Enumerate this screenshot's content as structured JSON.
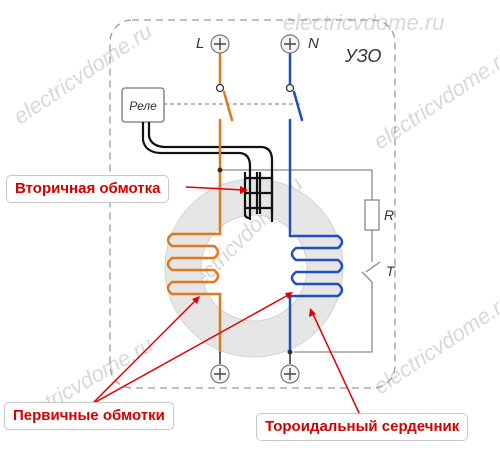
{
  "device": {
    "name": "УЗО",
    "terminal_line": "L",
    "terminal_neutral": "N",
    "relay_label": "Реле",
    "resistor_label": "R",
    "test_button_label": "T"
  },
  "labels": {
    "secondary_winding": "Вторичная обмотка",
    "primary_windings": "Первичные обмотки",
    "toroidal_core": "Тороидальный сердечник"
  },
  "watermark": "electricvdome.ru",
  "colors": {
    "line_wire": "#e07820",
    "neutral_wire": "#1f4fc0",
    "core": "#e6e6e6",
    "callout_text": "#d40000",
    "secondary_wire": "#111111"
  }
}
